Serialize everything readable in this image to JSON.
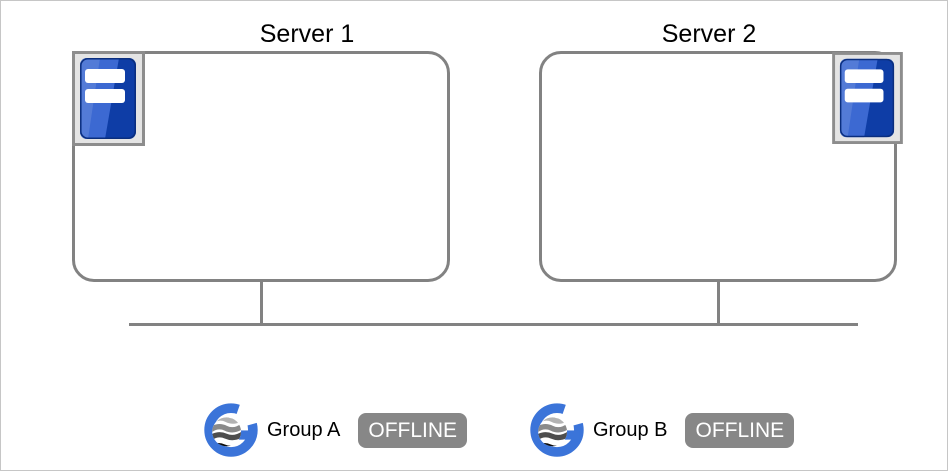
{
  "diagram": {
    "servers": [
      {
        "title": "Server 1",
        "icon": "server-tower-icon"
      },
      {
        "title": "Server 2",
        "icon": "server-tower-icon"
      }
    ],
    "groups": [
      {
        "label": "Group A",
        "status": "OFFLINE",
        "icon": "group-globe-icon"
      },
      {
        "label": "Group B",
        "status": "OFFLINE",
        "icon": "group-globe-icon"
      }
    ],
    "colors": {
      "diagram_line": "#828282",
      "server_box_border": "#828282",
      "badge_bg": "#878787",
      "badge_text": "#ffffff",
      "server_icon_blue_light": "#3c69d2",
      "server_icon_blue_dark": "#0e3da6",
      "group_ring_blue": "#3b74d9",
      "title_text": "#000000"
    }
  }
}
